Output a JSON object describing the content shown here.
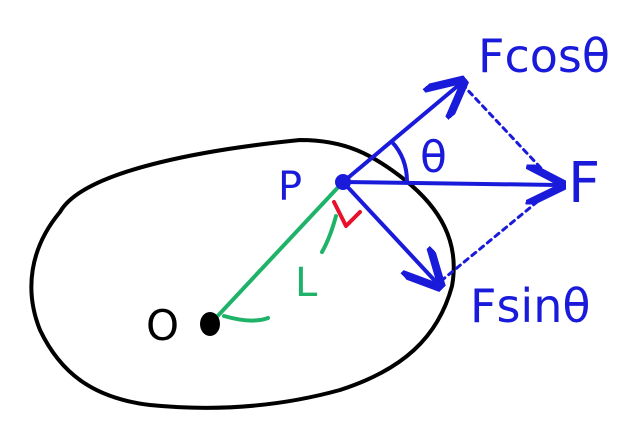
{
  "labels": {
    "point_p": "P",
    "origin_o": "O",
    "lever_arm": "L",
    "angle": "θ",
    "force": "F",
    "parallel_component": "Fcosθ",
    "perpendicular_component": "Fsinθ"
  },
  "colors": {
    "outline": "#000000",
    "vectors": "#1a1adb",
    "lever_arm": "#1fb36a",
    "right_angle_mark": "#e8102a",
    "background": "#ffffff"
  }
}
